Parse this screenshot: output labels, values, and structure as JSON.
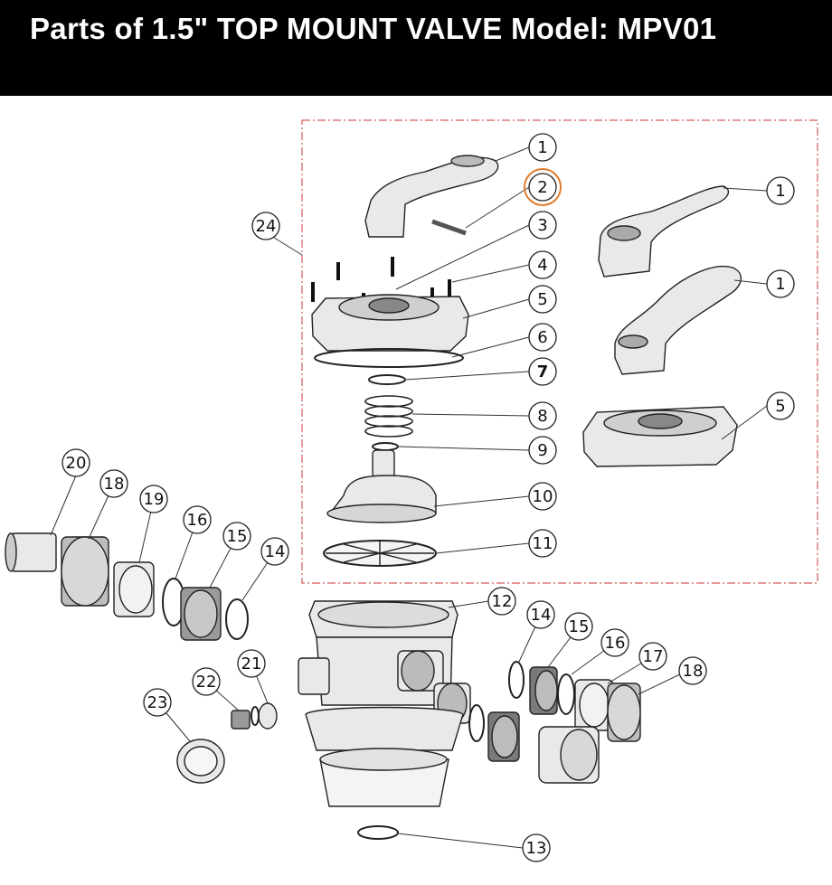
{
  "header": {
    "title": "Parts of 1.5\" TOP MOUNT VALVE Model: MPV01"
  },
  "diagram": {
    "assembly_label": "24",
    "highlight_color": "#e07b2b",
    "dash_color": "#d65c5c",
    "callouts": [
      "1",
      "2",
      "3",
      "4",
      "5",
      "6",
      "7",
      "8",
      "9",
      "10",
      "11",
      "1",
      "1",
      "5",
      "20",
      "18",
      "19",
      "16",
      "15",
      "14",
      "12",
      "14",
      "15",
      "16",
      "17",
      "18",
      "21",
      "22",
      "23",
      "13"
    ]
  }
}
